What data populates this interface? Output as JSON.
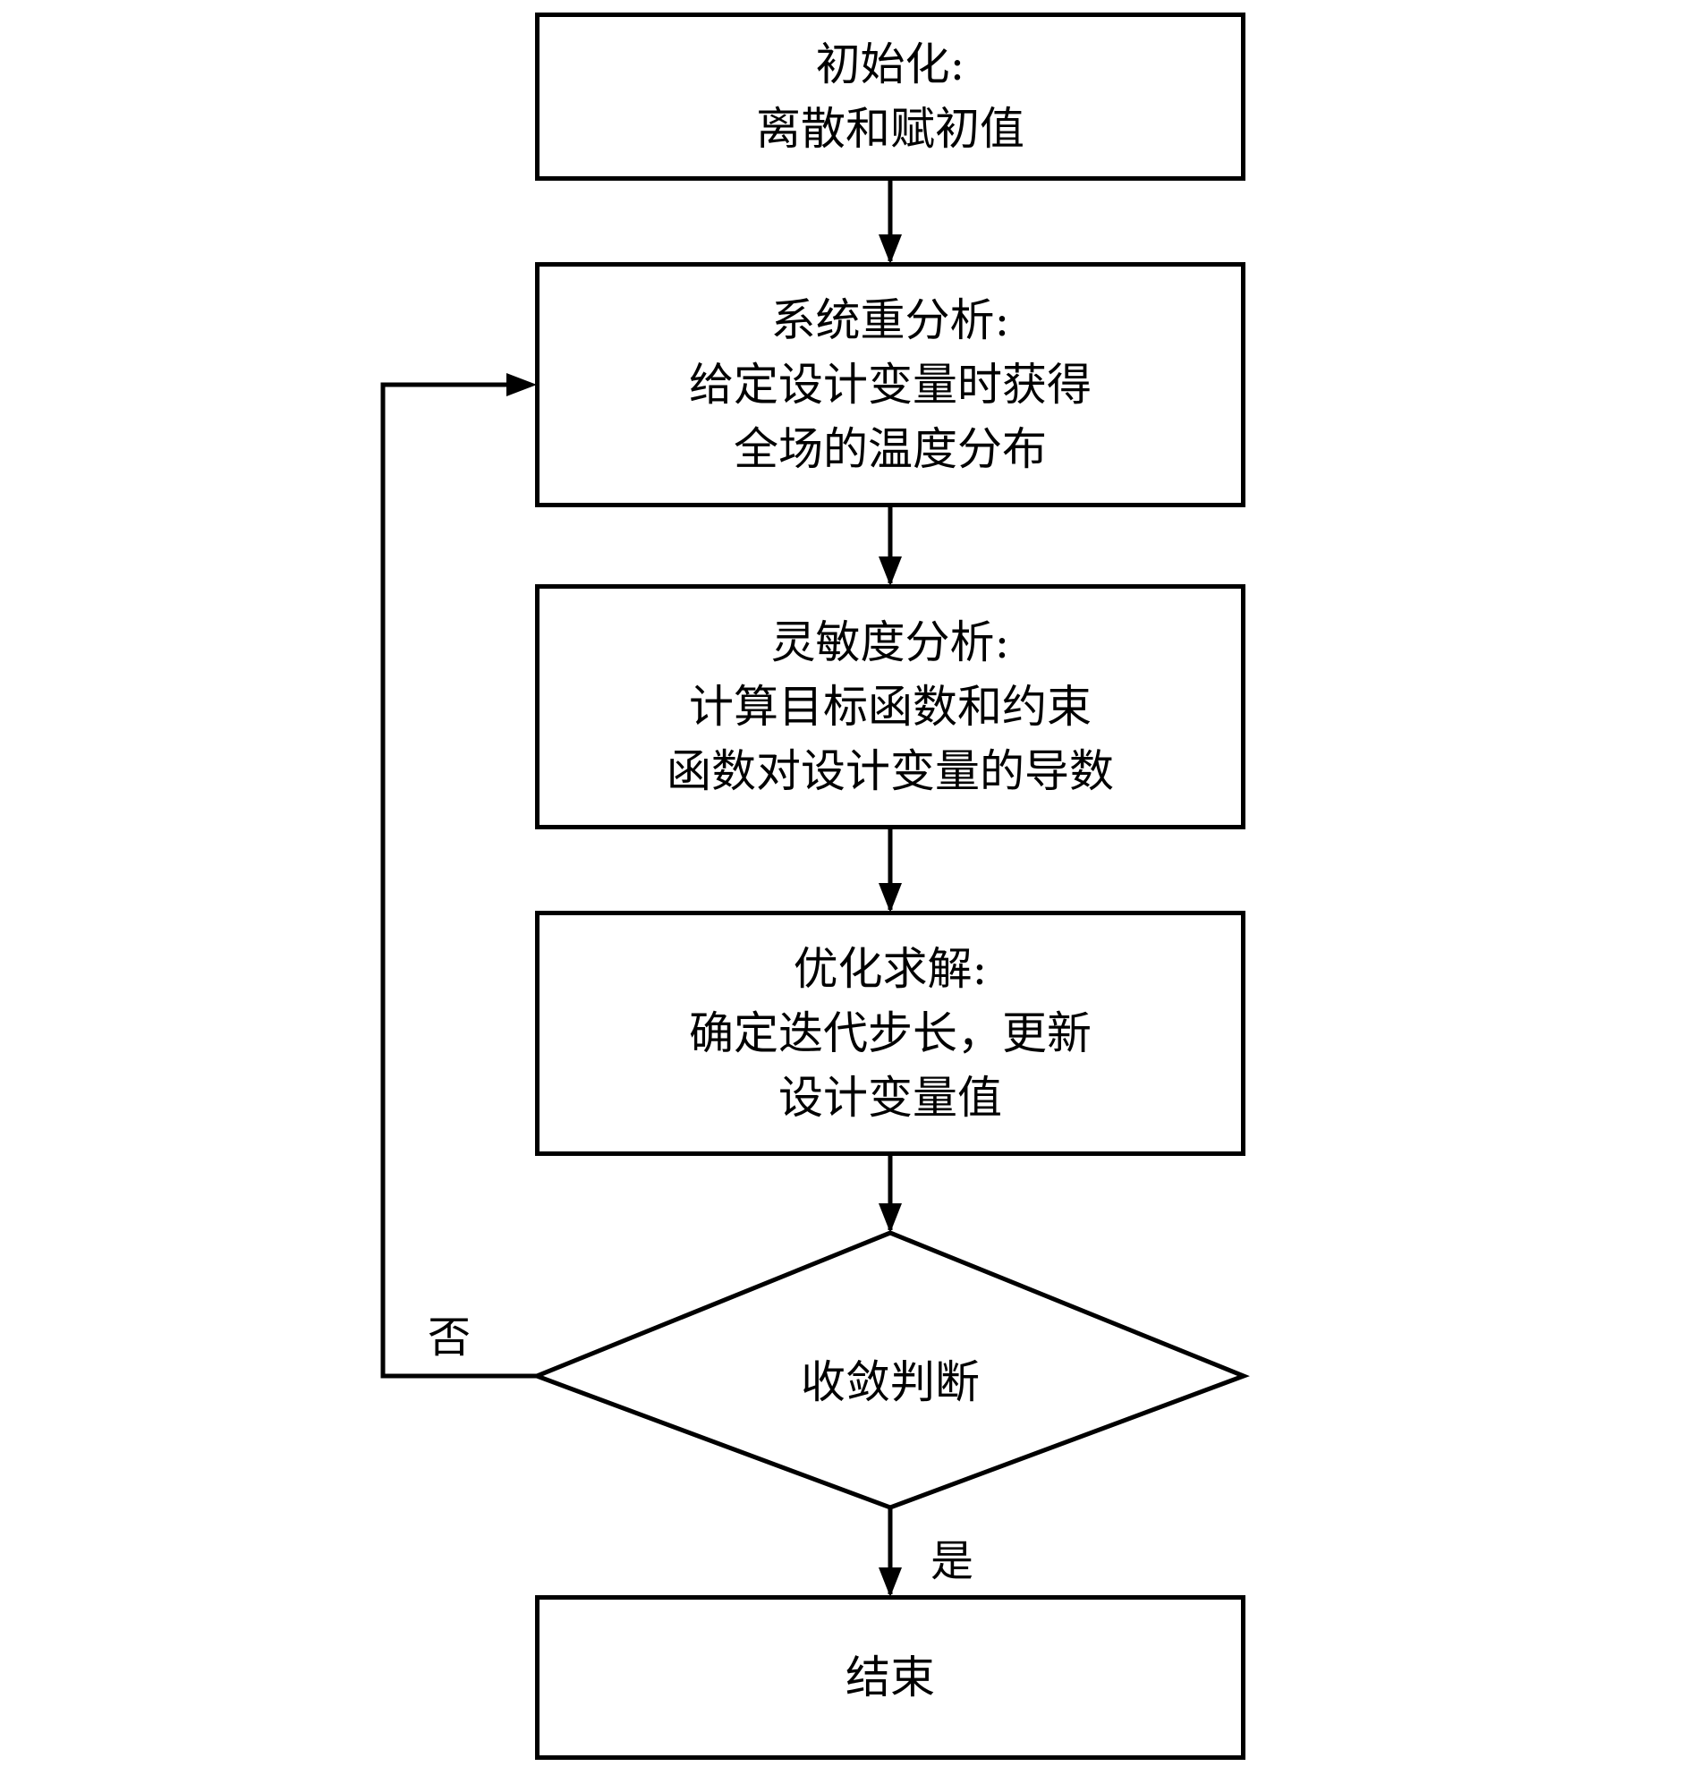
{
  "diagram": {
    "type": "flowchart",
    "nodes": [
      {
        "id": "init",
        "shape": "rect",
        "title": "初始化:",
        "body": "离散和赋初值"
      },
      {
        "id": "reanalysis",
        "shape": "rect",
        "title": "系统重分析:",
        "body": "给定设计变量时获得\n全场的温度分布"
      },
      {
        "id": "sensitivity",
        "shape": "rect",
        "title": "灵敏度分析:",
        "body": "计算目标函数和约束\n函数对设计变量的导数"
      },
      {
        "id": "optimize",
        "shape": "rect",
        "title": "优化求解:",
        "body": "确定迭代步长，更新\n设计变量值"
      },
      {
        "id": "converge",
        "shape": "diamond",
        "title": "收敛判断"
      },
      {
        "id": "end",
        "shape": "rect",
        "title": "结束"
      }
    ],
    "edges": [
      {
        "from": "init",
        "to": "reanalysis",
        "label": ""
      },
      {
        "from": "reanalysis",
        "to": "sensitivity",
        "label": ""
      },
      {
        "from": "sensitivity",
        "to": "optimize",
        "label": ""
      },
      {
        "from": "optimize",
        "to": "converge",
        "label": ""
      },
      {
        "from": "converge",
        "to": "reanalysis",
        "label": "否"
      },
      {
        "from": "converge",
        "to": "end",
        "label": "是"
      }
    ],
    "stroke_color": "#000000",
    "background": "#ffffff"
  }
}
